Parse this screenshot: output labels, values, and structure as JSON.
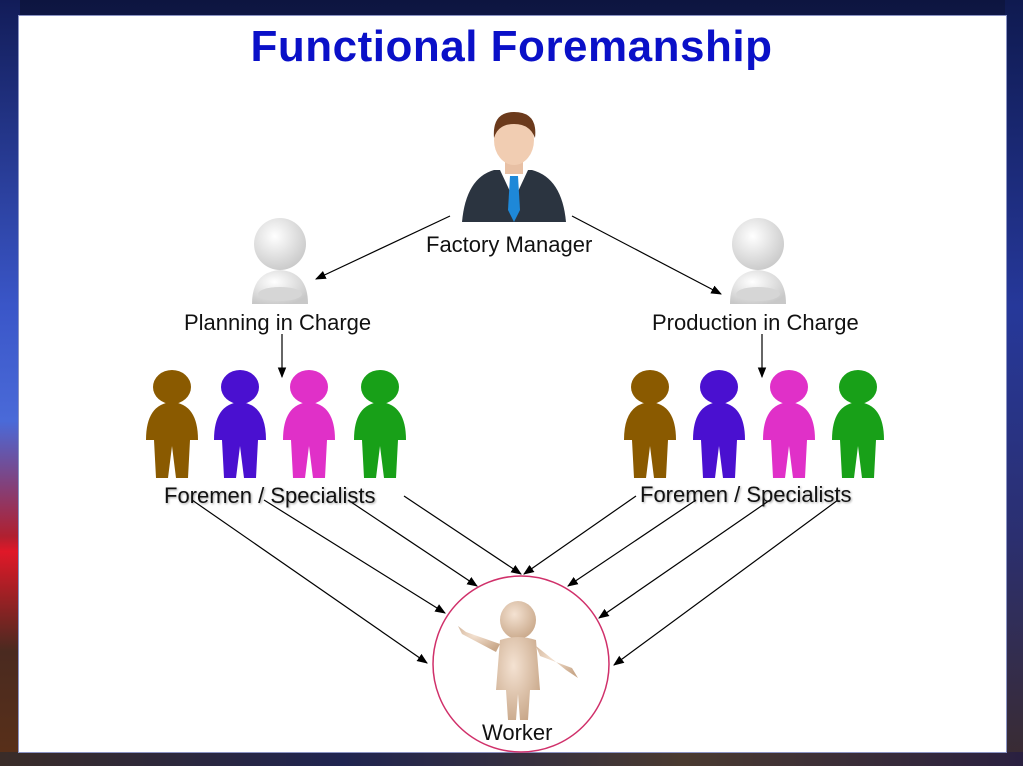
{
  "title": "Functional Foremanship",
  "nodes": {
    "factory_manager": "Factory Manager",
    "planning": "Planning in Charge",
    "production": "Production in Charge",
    "foremen_left": "Foremen / Specialists",
    "foremen_right": "Foremen / Specialists",
    "worker": "Worker"
  },
  "colors": {
    "title": "#0a10c8",
    "foreman_1": "#8a5a00",
    "foreman_2": "#4a10d0",
    "foreman_3": "#e030c8",
    "foreman_4": "#18a018",
    "worker_circle": "#d0306a"
  },
  "icons": [
    "manager-figure",
    "planning-figure",
    "production-figure",
    "foreman-figures",
    "worker-figure"
  ]
}
